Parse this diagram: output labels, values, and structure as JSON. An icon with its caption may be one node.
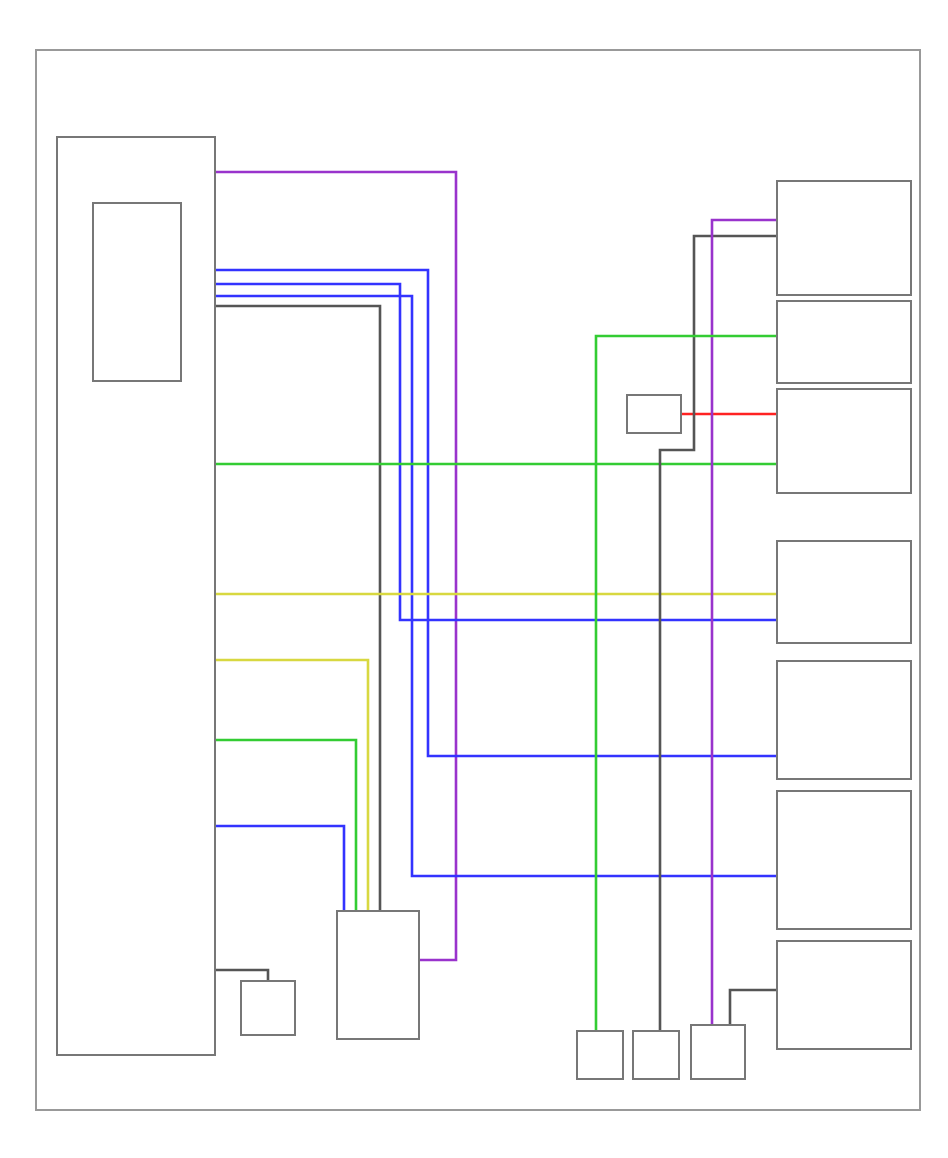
{
  "diagram": {
    "nodes": [
      {
        "text": [],
        "shape": "box"
      },
      {
        "text": [],
        "shape": "box",
        "in": 0
      },
      {
        "text": [],
        "shape": "box"
      },
      {
        "text": [],
        "shape": "box"
      },
      {
        "text": [],
        "shape": "box"
      },
      {
        "text": [],
        "shape": "box"
      },
      {
        "text": [],
        "shape": "box"
      },
      {
        "text": [],
        "shape": "box"
      },
      {
        "text": [],
        "shape": "box"
      },
      {
        "text": [],
        "shape": "box"
      },
      {
        "text": [],
        "shape": "box"
      },
      {
        "text": [],
        "shape": "box"
      },
      {
        "text": [],
        "shape": "box"
      },
      {
        "text": [],
        "shape": "box"
      },
      {
        "text": [],
        "shape": "box"
      }
    ],
    "edges": [
      {
        "from": 0,
        "to": 10,
        "arrow": "none",
        "color": "#9933cc"
      },
      {
        "from": 0,
        "to": 6,
        "arrow": "none",
        "color": "#3333ff"
      },
      {
        "from": 0,
        "to": 5,
        "arrow": "none",
        "color": "#3333ff"
      },
      {
        "from": 0,
        "to": 7,
        "arrow": "none",
        "color": "#3333ff"
      },
      {
        "from": 0,
        "to": 10,
        "arrow": "none",
        "color": "#555555"
      },
      {
        "from": 0,
        "to": 4,
        "arrow": "none",
        "color": "#33cc33"
      },
      {
        "from": 9,
        "to": 4,
        "arrow": "none",
        "color": "#ff2222"
      },
      {
        "from": 0,
        "to": 5,
        "arrow": "none",
        "color": "#d8d840"
      },
      {
        "from": 0,
        "to": 10,
        "arrow": "none",
        "color": "#d8d840"
      },
      {
        "from": 0,
        "to": 10,
        "arrow": "none",
        "color": "#33cc33"
      },
      {
        "from": 0,
        "to": 10,
        "arrow": "none",
        "color": "#3333ff"
      },
      {
        "from": 0,
        "to": 14,
        "arrow": "none",
        "color": "#555555"
      },
      {
        "from": 2,
        "to": 12,
        "arrow": "none",
        "color": "#555555"
      },
      {
        "from": 2,
        "to": 13,
        "arrow": "none",
        "color": "#9933cc"
      },
      {
        "from": 3,
        "to": 11,
        "arrow": "none",
        "color": "#33cc33"
      },
      {
        "from": 8,
        "to": 13,
        "arrow": "none",
        "color": "#555555"
      }
    ]
  }
}
